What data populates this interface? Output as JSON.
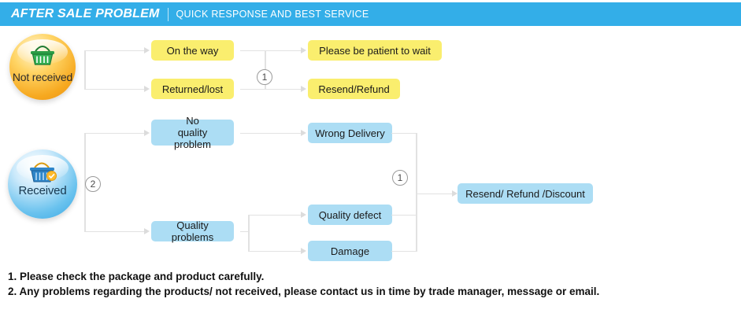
{
  "header": {
    "title": "AFTER SALE PROBLEM",
    "divider": "|",
    "subtitle": "QUICK RESPONSE AND BEST SERVICE",
    "background_color": "#33AEE8",
    "text_color": "#FFFFFF"
  },
  "colors": {
    "yellow_box": "#FAEE6E",
    "blue_box": "#ACDDF4",
    "connector": "#E2E2E2",
    "marker_border": "#9A9A9A"
  },
  "nodes": {
    "not_received": {
      "label": "Not\nreceived",
      "icon": "shopping-basket-icon",
      "style": "orange-gradient-circle"
    },
    "received": {
      "label": "Received",
      "icon": "shopping-basket-icon",
      "style": "blue-gradient-circle"
    }
  },
  "markers": {
    "row1": "1",
    "received_branch": "2",
    "row2_merge": "1"
  },
  "flow": {
    "not_received_branch": [
      {
        "label": "On the way",
        "color": "yellow"
      },
      {
        "label": "Returned/lost",
        "color": "yellow"
      }
    ],
    "not_received_outcomes": [
      {
        "label": "Please be patient to wait",
        "color": "yellow"
      },
      {
        "label": "Resend/Refund",
        "color": "yellow"
      }
    ],
    "received_branch": [
      {
        "label": "No\nquality problem",
        "color": "blue"
      },
      {
        "label": "Quality problems",
        "color": "blue"
      }
    ],
    "received_causes": [
      {
        "label": "Wrong Delivery",
        "color": "blue"
      },
      {
        "label": "Quality defect",
        "color": "blue"
      },
      {
        "label": "Damage",
        "color": "blue"
      }
    ],
    "received_outcome": {
      "label": "Resend/ Refund /Discount",
      "color": "blue"
    }
  },
  "notes": [
    "1. Please check the package and product carefully.",
    "2. Any problems regarding the products/ not received, please contact us in time by trade manager, message or email."
  ]
}
